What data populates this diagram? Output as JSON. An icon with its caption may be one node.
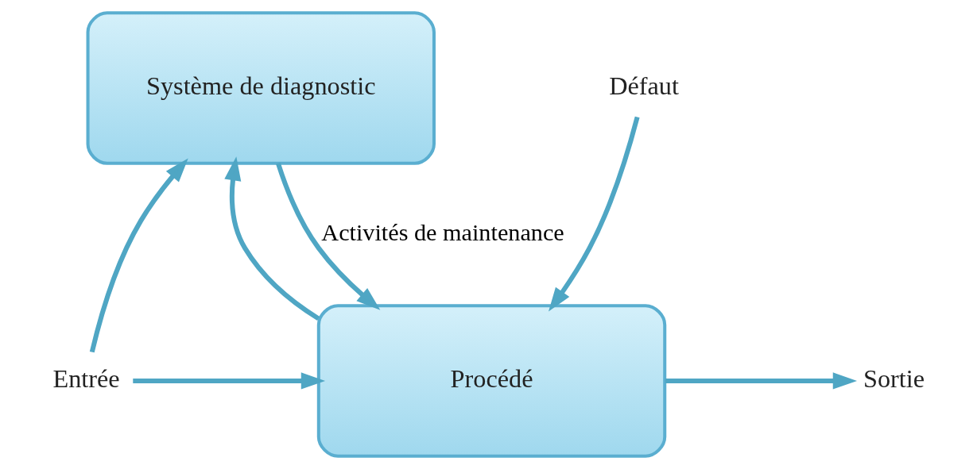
{
  "diagram": {
    "nodes": [
      {
        "text": [
          "Système de diagnostic"
        ]
      },
      {
        "text": [
          "Procédé"
        ]
      },
      {
        "text": [
          "Entrée"
        ]
      },
      {
        "text": [
          "Sortie"
        ]
      },
      {
        "text": [
          "Défaut"
        ]
      }
    ],
    "edges": [
      {
        "from": 2,
        "to": 0,
        "arrow": "to"
      },
      {
        "from": 2,
        "to": 1,
        "arrow": "to"
      },
      {
        "from": 1,
        "to": 3,
        "arrow": "to"
      },
      {
        "from": 1,
        "to": 0,
        "arrow": "to"
      },
      {
        "from": 4,
        "to": 1,
        "arrow": "to"
      },
      {
        "from": 0,
        "to": 1,
        "arrow": "to",
        "label": "Activités de maintenance"
      }
    ]
  }
}
